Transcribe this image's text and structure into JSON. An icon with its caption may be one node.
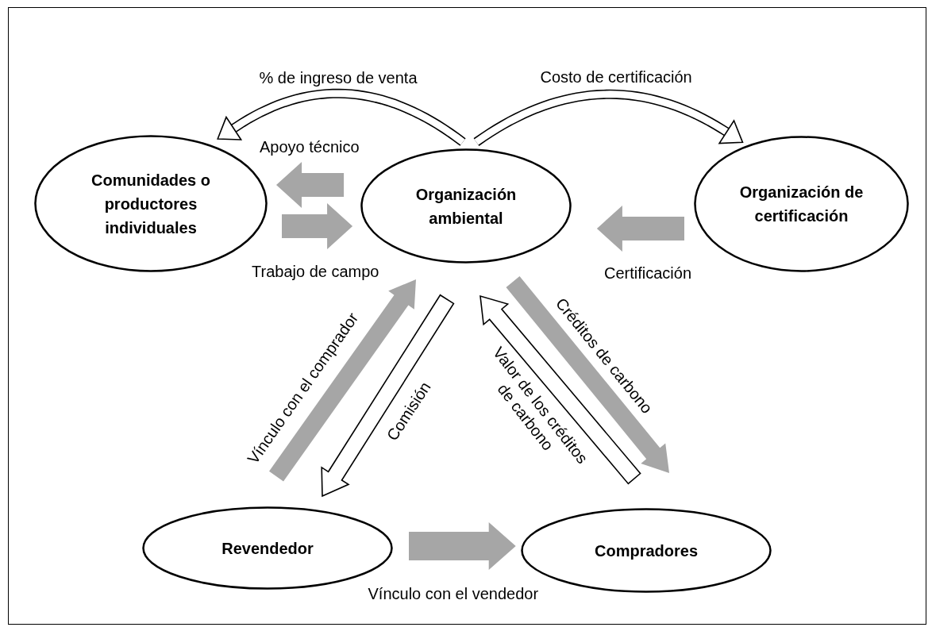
{
  "diagram": {
    "nodes": [
      {
        "text": [
          "Comunidades o productores individuales"
        ]
      },
      {
        "text": [
          "Organización ambiental"
        ]
      },
      {
        "text": [
          "Organización de certificación"
        ]
      },
      {
        "text": [
          "Revendedor"
        ]
      },
      {
        "text": [
          "Compradores"
        ]
      }
    ],
    "edges": [
      {
        "from": 1,
        "to": 0,
        "arrow": "to",
        "label": "Apoyo técnico"
      },
      {
        "from": 0,
        "to": 1,
        "arrow": "to",
        "label": "Trabajo de campo"
      },
      {
        "from": 1,
        "to": 0,
        "arrow": "to",
        "label": "% de ingreso de venta",
        "color": "#ffffff"
      },
      {
        "from": 1,
        "to": 2,
        "arrow": "to",
        "label": "Costo de certificación",
        "color": "#ffffff"
      },
      {
        "from": 2,
        "to": 1,
        "arrow": "to",
        "label": "Certificación"
      },
      {
        "from": 3,
        "to": 1,
        "arrow": "to",
        "label": "Vínculo con el comprador"
      },
      {
        "from": 1,
        "to": 3,
        "arrow": "to",
        "label": "Comisión",
        "color": "#ffffff"
      },
      {
        "from": 4,
        "to": 1,
        "arrow": "to",
        "label": "Valor de los créditos de carbono",
        "color": "#ffffff"
      },
      {
        "from": 1,
        "to": 4,
        "arrow": "to",
        "label": "Créditos de carbono"
      },
      {
        "from": 3,
        "to": 4,
        "arrow": "to",
        "label": "Vínculo con el vendedor"
      }
    ]
  }
}
